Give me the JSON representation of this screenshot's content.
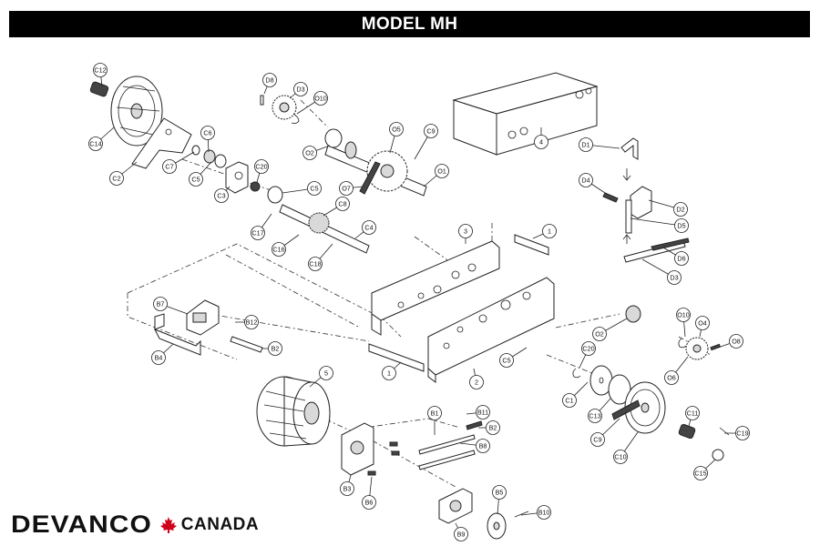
{
  "title": "MODEL MH",
  "brand": {
    "name": "DEVANCO",
    "country": "CANADA",
    "leaf_color": "#d0021b"
  },
  "labels": {
    "C12": "C12",
    "C14": "C14",
    "C2": "C2",
    "C7": "C7",
    "C6": "C6",
    "C5a": "C5",
    "C3": "C3",
    "C20a": "C20",
    "C5b": "C5",
    "D8a": "D8",
    "D3a": "D3",
    "O10a": "O10",
    "O2a": "O2",
    "O5": "O5",
    "C9a": "C9",
    "O1": "O1",
    "O7": "O7",
    "C8": "C8",
    "C17": "C17",
    "C4": "C4",
    "C16": "C16",
    "C18": "C18",
    "n4": "4",
    "D1": "D1",
    "D4": "D4",
    "D2": "D2",
    "D5": "D5",
    "D6": "D6",
    "D3b": "D3",
    "n3": "3",
    "n1a": "1",
    "n1b": "1",
    "n2": "2",
    "B7": "B7",
    "B12": "B12",
    "B2a": "B2",
    "B4": "B4",
    "O2b": "O2",
    "O10b": "O10",
    "O4": "O4",
    "O8": "O8",
    "O6": "O6",
    "C20b": "C20",
    "C5c": "C5",
    "C1": "C1",
    "C13": "C13",
    "C9b": "C9",
    "C10": "C10",
    "C11": "C11",
    "C19": "C19",
    "C15": "C15",
    "n5": "5",
    "B1": "B1",
    "B11": "B11",
    "B2b": "B2",
    "B8": "B8",
    "B3": "B3",
    "B6": "B6",
    "B5": "B5",
    "B10": "B10",
    "B9": "B9"
  }
}
